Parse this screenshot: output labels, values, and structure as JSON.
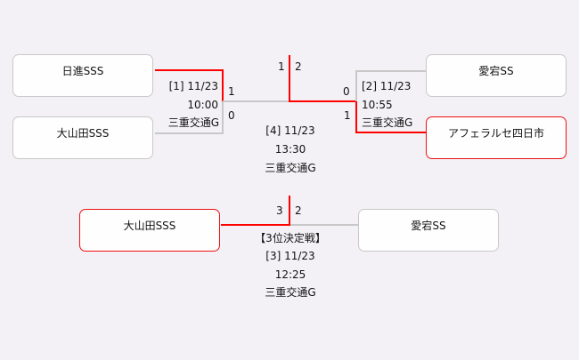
{
  "semifinal1": {
    "team_top": "日進SSS",
    "team_bottom": "大山田SSS",
    "score_top": "1",
    "score_bottom": "0",
    "match": "[1] 11/23",
    "time": "10:00",
    "venue": "三重交通G"
  },
  "semifinal2": {
    "team_top": "愛宕SS",
    "team_bottom": "アフェラルセ四日市",
    "score_top": "0",
    "score_bottom": "1",
    "match": "[2] 11/23",
    "time": "10:55",
    "venue": "三重交通G"
  },
  "final": {
    "score_left": "1",
    "score_right": "2",
    "match": "[4] 11/23",
    "time": "13:30",
    "venue": "三重交通G"
  },
  "third_place": {
    "label": "【3位決定戦】",
    "team_left": "大山田SSS",
    "team_right": "愛宕SS",
    "score_left": "3",
    "score_right": "2",
    "match": "[3] 11/23",
    "time": "12:25",
    "venue": "三重交通G"
  },
  "colors": {
    "winner_line": "#ff0000",
    "loser_line": "#c8c8c8",
    "background": "#f3f1f5"
  }
}
